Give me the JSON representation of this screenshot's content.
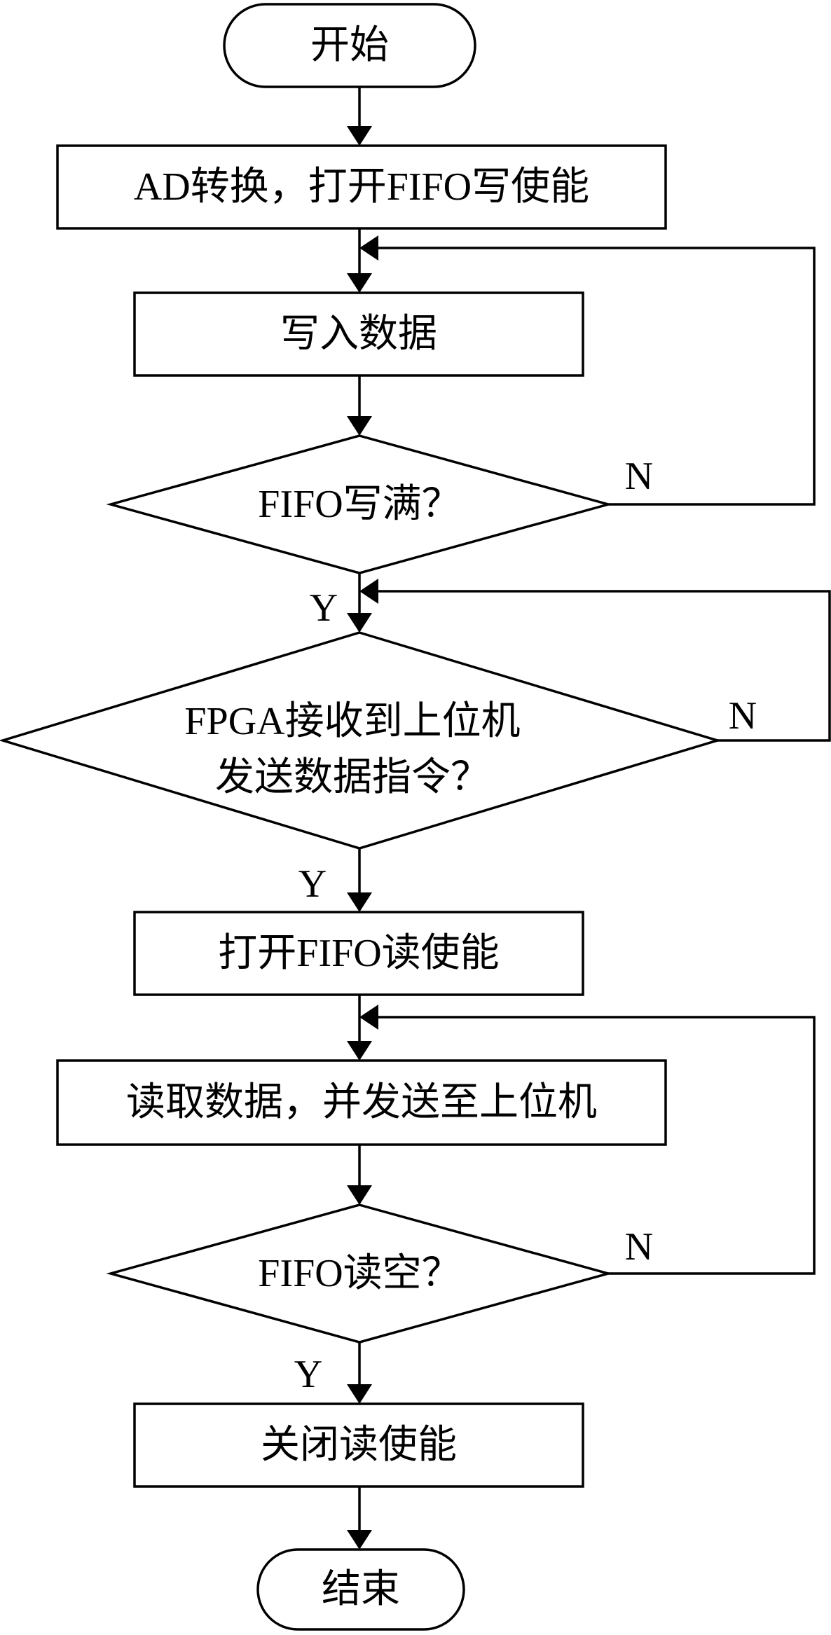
{
  "flowchart": {
    "start": "开始",
    "step_ad": "AD转换，打开FIFO写使能",
    "step_write": "写入数据",
    "decision_full": "FIFO写满？",
    "decision_cmd_line1": "FPGA接收到上位机",
    "decision_cmd_line2": "发送数据指令？",
    "step_open_read": "打开FIFO读使能",
    "step_read_send": "读取数据，并发送至上位机",
    "decision_empty": "FIFO读空？",
    "step_close_read": "关闭读使能",
    "end": "结束",
    "yes_label": "Y",
    "no_label": "N"
  }
}
